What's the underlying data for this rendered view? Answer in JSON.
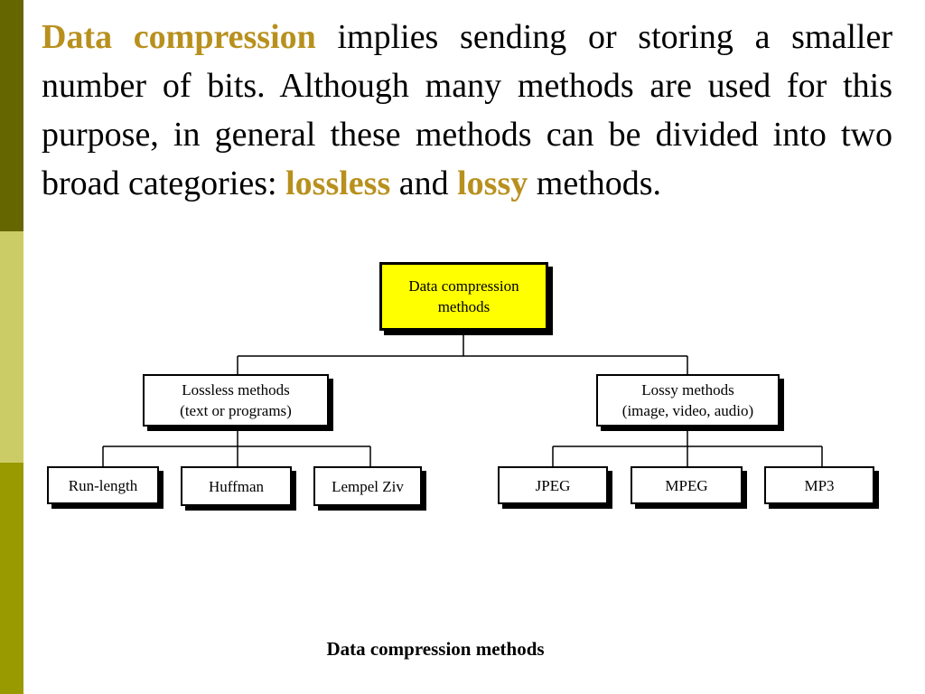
{
  "theme": {
    "stripe_colors": [
      "#666600",
      "#cccc66",
      "#999900"
    ],
    "highlight_color": "#b8901e",
    "root_box_color": "#ffff00"
  },
  "intro": {
    "term": "Data compression",
    "text1": " implies sending or storing a smaller number of bits. Although many methods are used for this purpose, in general these methods can be divided into two broad categories: ",
    "lossless": "lossless",
    "text2": " and ",
    "lossy": "lossy",
    "text3": " methods."
  },
  "diagram": {
    "root": {
      "line1": "Data compression",
      "line2": "methods"
    },
    "lossless": {
      "line1": "Lossless methods",
      "line2": "(text or programs)"
    },
    "lossy": {
      "line1": "Lossy methods",
      "line2": "(image, video, audio)"
    },
    "lossless_children": [
      "Run-length",
      "Huffman",
      "Lempel Ziv"
    ],
    "lossy_children": [
      "JPEG",
      "MPEG",
      "MP3"
    ]
  },
  "caption": "Data compression methods"
}
